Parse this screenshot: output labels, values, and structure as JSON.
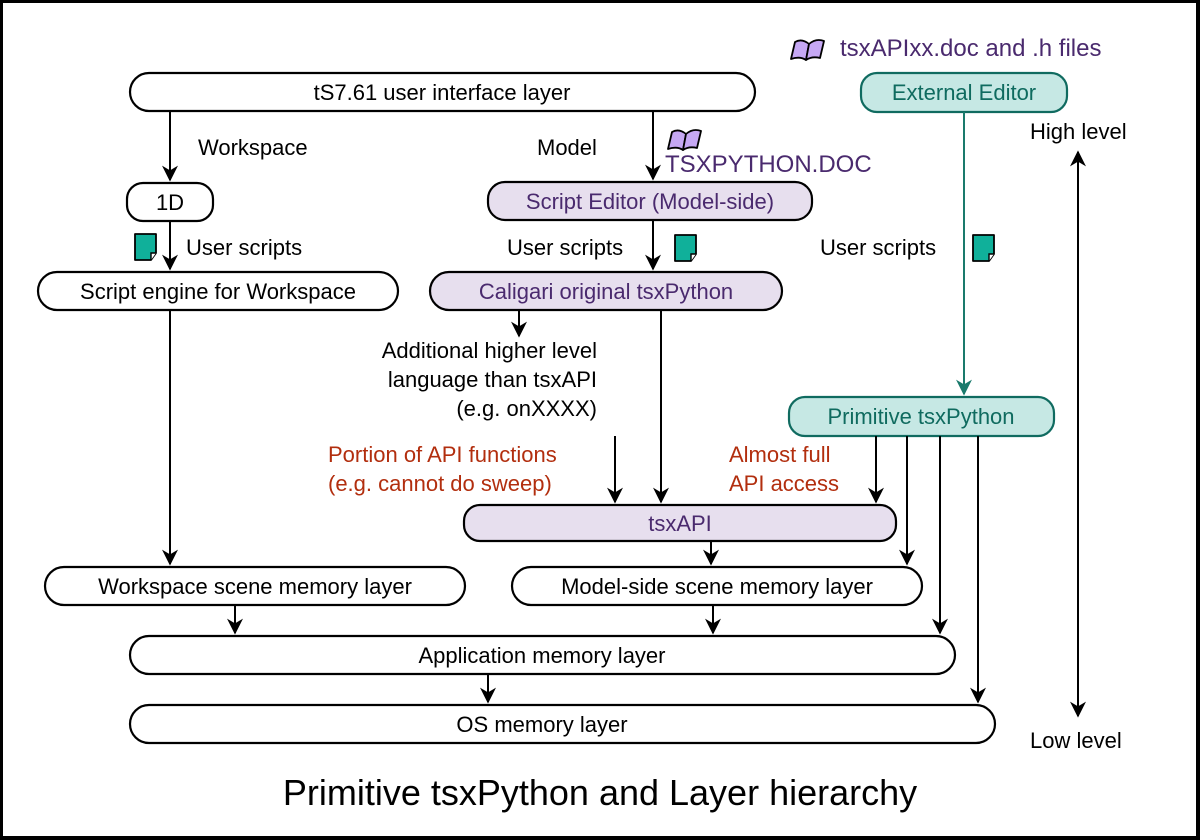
{
  "title": "Primitive tsxPython and Layer hierarchy",
  "nodes": {
    "ui_layer": "tS7.61 user interface layer",
    "oned": "1D",
    "script_engine_ws": "Script engine for Workspace",
    "script_editor": "Script Editor (Model-side)",
    "caligari_tsxpython": "Caligari original tsxPython",
    "external_editor": "External Editor",
    "primitive_tsxpython": "Primitive tsxPython",
    "tsxapi": "tsxAPI",
    "ws_scene_mem": "Workspace scene memory layer",
    "model_scene_mem": "Model-side scene memory layer",
    "app_mem": "Application memory layer",
    "os_mem": "OS memory layer"
  },
  "labels": {
    "workspace": "Workspace",
    "model": "Model",
    "user_scripts_1": "User scripts",
    "user_scripts_2": "User scripts",
    "user_scripts_3": "User scripts",
    "tsxpython_doc": "TSXPYTHON.DOC",
    "tsxapi_docs": "tsxAPIxx.doc and .h files",
    "additional_1": "Additional higher level",
    "additional_2": "language than tsxAPI",
    "additional_3": "(e.g. onXXXX)",
    "portion_1": "Portion of API functions",
    "portion_2": "(e.g. cannot do sweep)",
    "almost_1": "Almost full",
    "almost_2": "API access",
    "high_level": "High level",
    "low_level": "Low level"
  },
  "icons": {
    "book": "open-book-icon",
    "script": "script-file-icon"
  },
  "colors": {
    "purple_fill": "#e7dfee",
    "purple_text": "#4a2a6e",
    "teal_fill": "#c6e8e4",
    "teal_text": "#0f6b5f",
    "red_text": "#b22e0e",
    "book_fill": "#c6a8f4",
    "script_fill": "#10b09a"
  }
}
